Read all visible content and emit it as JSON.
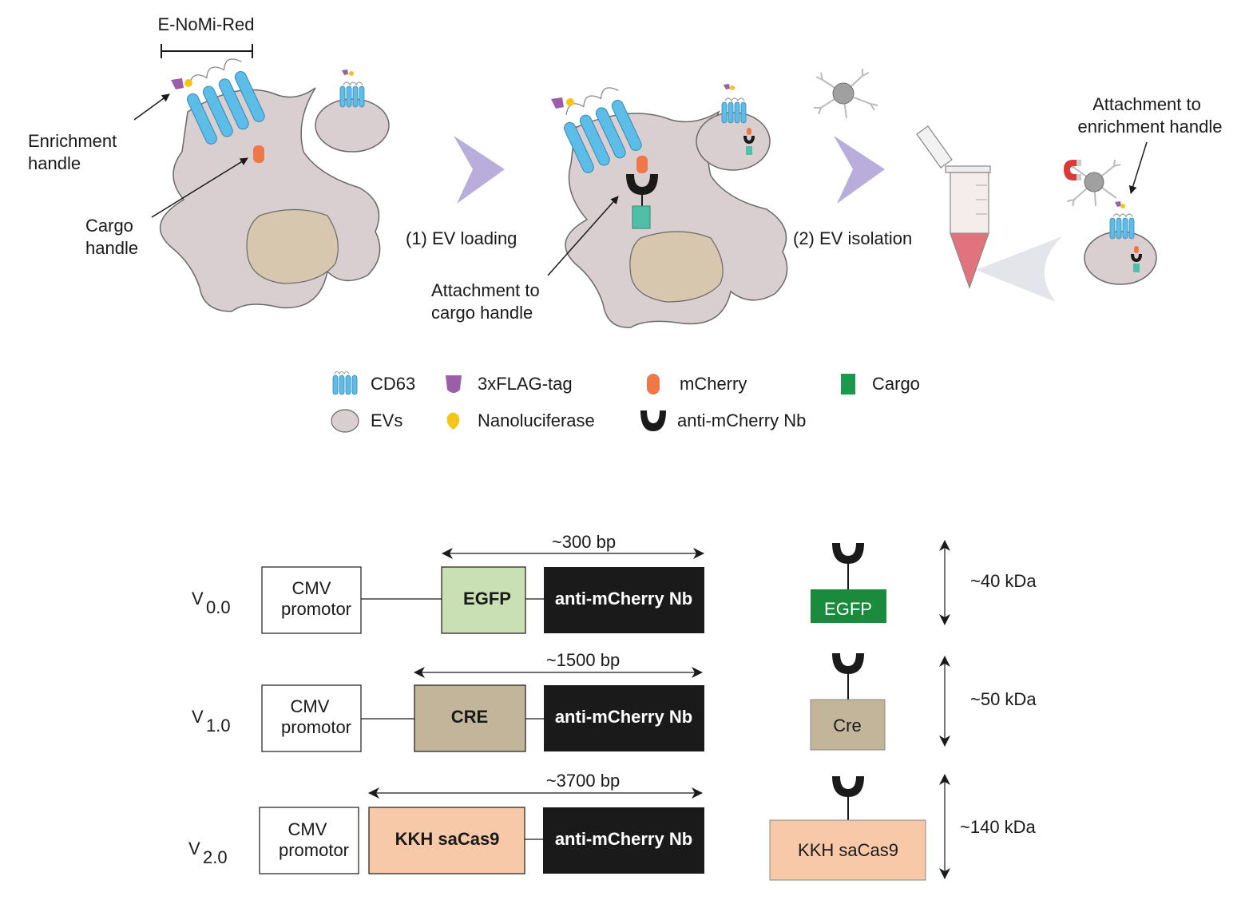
{
  "panel_top": {
    "construct_name": "E-NoMi-Red",
    "labels": {
      "enrichment_handle": [
        "Enrichment",
        "handle"
      ],
      "cargo_handle": [
        "Cargo",
        "handle"
      ],
      "step1": "(1) EV loading",
      "attach_cargo": [
        "Attachment to",
        "cargo handle"
      ],
      "step2": "(2) EV isolation",
      "attach_enrich": [
        "Attachment to",
        "enrichment handle"
      ]
    },
    "legend": [
      {
        "icon": "cd63-icon",
        "label": "CD63"
      },
      {
        "icon": "flag-tag-icon",
        "label": "3xFLAG-tag"
      },
      {
        "icon": "mcherry-icon",
        "label": "mCherry"
      },
      {
        "icon": "cargo-icon",
        "label": "Cargo"
      },
      {
        "icon": "ev-icon",
        "label": "EVs"
      },
      {
        "icon": "nanoluciferase-icon",
        "label": "Nanoluciferase"
      },
      {
        "icon": "nanobody-icon",
        "label": "anti-mCherry Nb"
      }
    ]
  },
  "colors": {
    "cell": "#d9cfd0",
    "nucleus": "#d6c7ae",
    "cd63": "#5bbde8",
    "flag": "#9b5ea8",
    "nluc": "#f5c518",
    "mcherry": "#f07848",
    "cargo_teal": "#4fbfa5",
    "cargo_green": "#1a9a4c",
    "arrow": "#b9addb",
    "egfp_box": "#c8e0b4",
    "cre_box": "#c2b59a",
    "cas9_box": "#f8c9a8",
    "egfp_protein": "#1a8a3c"
  },
  "constructs": [
    {
      "version": "V",
      "sub": "0.0",
      "promoter": [
        "CMV",
        "promotor"
      ],
      "payload": "EGFP",
      "nb": "anti-mCherry Nb",
      "span": "~300 bp",
      "protein": "EGFP",
      "mass": "~40 kDa"
    },
    {
      "version": "V",
      "sub": "1.0",
      "promoter": [
        "CMV",
        "promotor"
      ],
      "payload": "CRE",
      "nb": "anti-mCherry Nb",
      "span": "~1500 bp",
      "protein": "Cre",
      "mass": "~50 kDa"
    },
    {
      "version": "V",
      "sub": "2.0",
      "promoter": [
        "CMV",
        "promotor"
      ],
      "payload": "KKH saCas9",
      "nb": "anti-mCherry Nb",
      "span": "~3700 bp",
      "protein": "KKH saCas9",
      "mass": "~140 kDa"
    }
  ]
}
